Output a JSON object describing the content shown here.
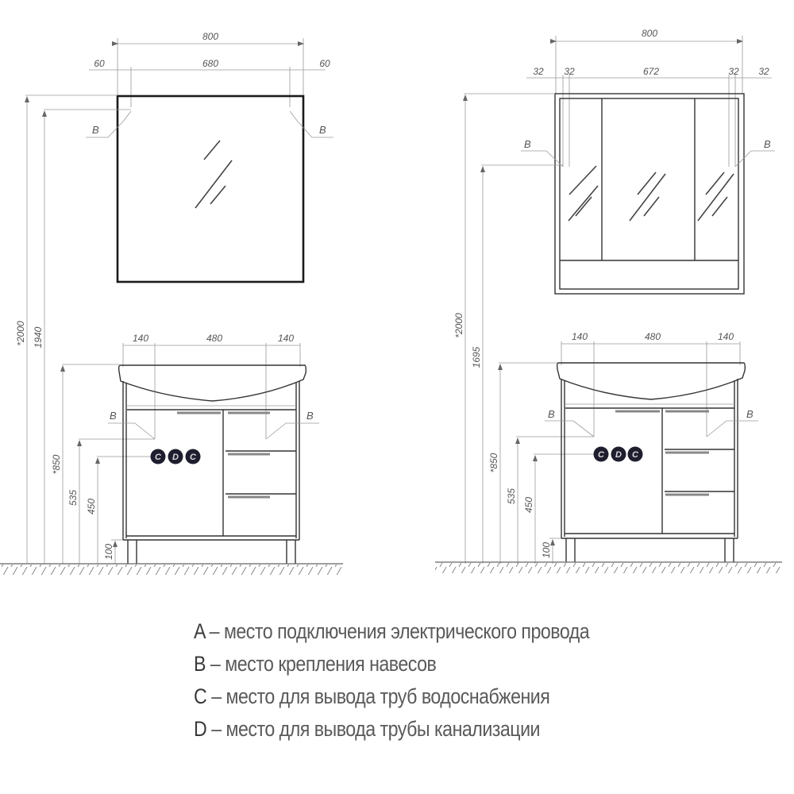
{
  "left_set": {
    "mirror": {
      "width_total": "800",
      "margin_left": "60",
      "inner_width": "680",
      "margin_right": "60",
      "hinge_left": "B",
      "hinge_right": "B"
    },
    "vanity": {
      "margin_left": "140",
      "inner_width": "480",
      "margin_right": "140",
      "hinge_left": "B",
      "hinge_right": "B",
      "pipes": [
        "C",
        "D",
        "C"
      ]
    },
    "heights": {
      "h_2000": "*2000",
      "h_1940": "1940",
      "h_850": "*850",
      "h_535": "535",
      "h_450": "450",
      "h_100": "100"
    }
  },
  "right_set": {
    "cabinet": {
      "width_total": "800",
      "a": "32",
      "b": "32",
      "inner_width": "672",
      "c": "32",
      "d": "32",
      "hinge_left": "B",
      "hinge_right": "B"
    },
    "vanity": {
      "margin_left": "140",
      "inner_width": "480",
      "margin_right": "140",
      "hinge_left": "B",
      "hinge_right": "B",
      "pipes": [
        "C",
        "D",
        "C"
      ]
    },
    "heights": {
      "h_2000": "*2000",
      "h_1695": "1695",
      "h_850": "*850",
      "h_535": "535",
      "h_450": "450",
      "h_100": "100"
    }
  },
  "legend": [
    {
      "key": "A",
      "text": " – место подключения электрического провода"
    },
    {
      "key": "B",
      "text": " – место крепления навесов"
    },
    {
      "key": "C",
      "text": " – место для вывода труб водоснабжения"
    },
    {
      "key": "D",
      "text": " – место для вывода трубы канализации"
    }
  ]
}
